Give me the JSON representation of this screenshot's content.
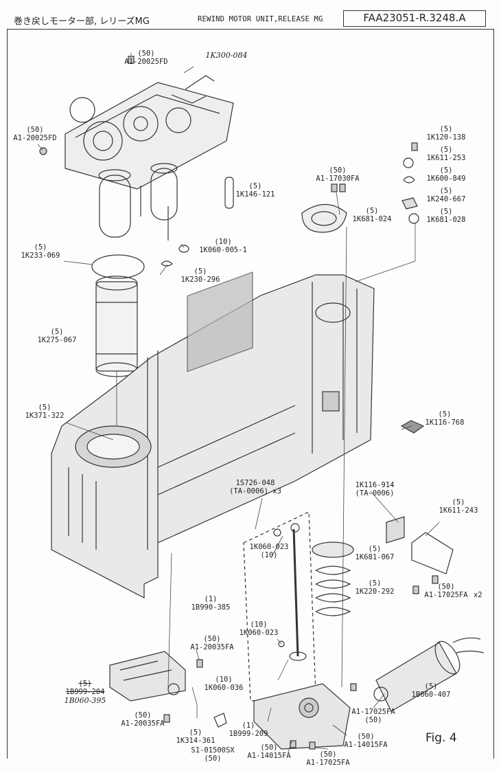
{
  "header": {
    "title_jp": "巻き戻しモーター部, レリーズMG",
    "title_en": "REWIND MOTOR UNIT,RELEASE MG",
    "code": "FAA23051-R.3248.A"
  },
  "handwritten_note": "1K300-084",
  "figure_label": "Fig. 4",
  "parts": [
    {
      "id": "p1",
      "lines": [
        "(50)",
        "A1-20025FD"
      ]
    },
    {
      "id": "p2",
      "lines": [
        "(50)",
        "A1-20025FD"
      ]
    },
    {
      "id": "p3",
      "lines": [
        "(5)",
        "1K120-138"
      ]
    },
    {
      "id": "p4",
      "lines": [
        "(5)",
        "1K611-253"
      ]
    },
    {
      "id": "p5",
      "lines": [
        "(5)",
        "1K600-849"
      ]
    },
    {
      "id": "p6",
      "lines": [
        "(5)",
        "1K240-667"
      ]
    },
    {
      "id": "p7",
      "lines": [
        "(5)",
        "1K681-028"
      ]
    },
    {
      "id": "p8",
      "lines": [
        "(50)",
        "A1-17030FA"
      ]
    },
    {
      "id": "p9",
      "lines": [
        "(5)",
        "1K681-024"
      ]
    },
    {
      "id": "p10",
      "lines": [
        "(5)",
        "1K146-121"
      ]
    },
    {
      "id": "p11",
      "lines": [
        "(10)",
        "1K060-005-1"
      ]
    },
    {
      "id": "p12",
      "lines": [
        "(5)",
        "1K233-069"
      ]
    },
    {
      "id": "p13",
      "lines": [
        "(5)",
        "1K230-296"
      ]
    },
    {
      "id": "p14",
      "lines": [
        "(5)",
        "1K275-067"
      ]
    },
    {
      "id": "p15",
      "lines": [
        "(5)",
        "1K371-322"
      ]
    },
    {
      "id": "p16",
      "lines": [
        "(5)",
        "1K116-768"
      ]
    },
    {
      "id": "p17",
      "lines": [
        "1S726-048",
        "(TA-0006) x3"
      ]
    },
    {
      "id": "p18",
      "lines": [
        "1K116-914",
        "(TA-0006)"
      ]
    },
    {
      "id": "p19",
      "lines": [
        "(5)",
        "1K611-243"
      ]
    },
    {
      "id": "p20",
      "lines": [
        "1K060-023",
        "(10)"
      ]
    },
    {
      "id": "p21",
      "lines": [
        "(5)",
        "1K681-067"
      ]
    },
    {
      "id": "p22",
      "lines": [
        "(5)",
        "1K220-292"
      ]
    },
    {
      "id": "p23",
      "lines": [
        "(50)",
        "A1-17025FA"
      ]
    },
    {
      "id": "p24",
      "lines": [
        "x2"
      ]
    },
    {
      "id": "p25",
      "lines": [
        "(1)",
        "1B990-385"
      ]
    },
    {
      "id": "p26",
      "lines": [
        "(10)",
        "1K060-023"
      ]
    },
    {
      "id": "p27",
      "lines": [
        "(50)",
        "A1-20035FA"
      ]
    },
    {
      "id": "p28",
      "lines": [
        "(10)",
        "1K060-036"
      ]
    },
    {
      "id": "p29",
      "lines": [
        "(5)",
        "1B999-204"
      ],
      "struck": true
    },
    {
      "id": "p30",
      "lines": [
        "1B060-395"
      ],
      "handwritten": true
    },
    {
      "id": "p31",
      "lines": [
        "(5)",
        "1B060-407"
      ]
    },
    {
      "id": "p32",
      "lines": [
        "A1-17025FA",
        "(50)"
      ]
    },
    {
      "id": "p33",
      "lines": [
        "(50)",
        "A1-20035FA"
      ]
    },
    {
      "id": "p34",
      "lines": [
        "(5)",
        "1K314-361"
      ]
    },
    {
      "id": "p35",
      "lines": [
        "(1)",
        "1B999-209"
      ]
    },
    {
      "id": "p36",
      "lines": [
        "(50)",
        "A1-14015FA"
      ]
    },
    {
      "id": "p37",
      "lines": [
        "S1-01500SX",
        "(50)"
      ]
    },
    {
      "id": "p38",
      "lines": [
        "(50)",
        "A1-14015FA"
      ]
    },
    {
      "id": "p39",
      "lines": [
        "(50)",
        "A1-17025FA"
      ]
    }
  ]
}
